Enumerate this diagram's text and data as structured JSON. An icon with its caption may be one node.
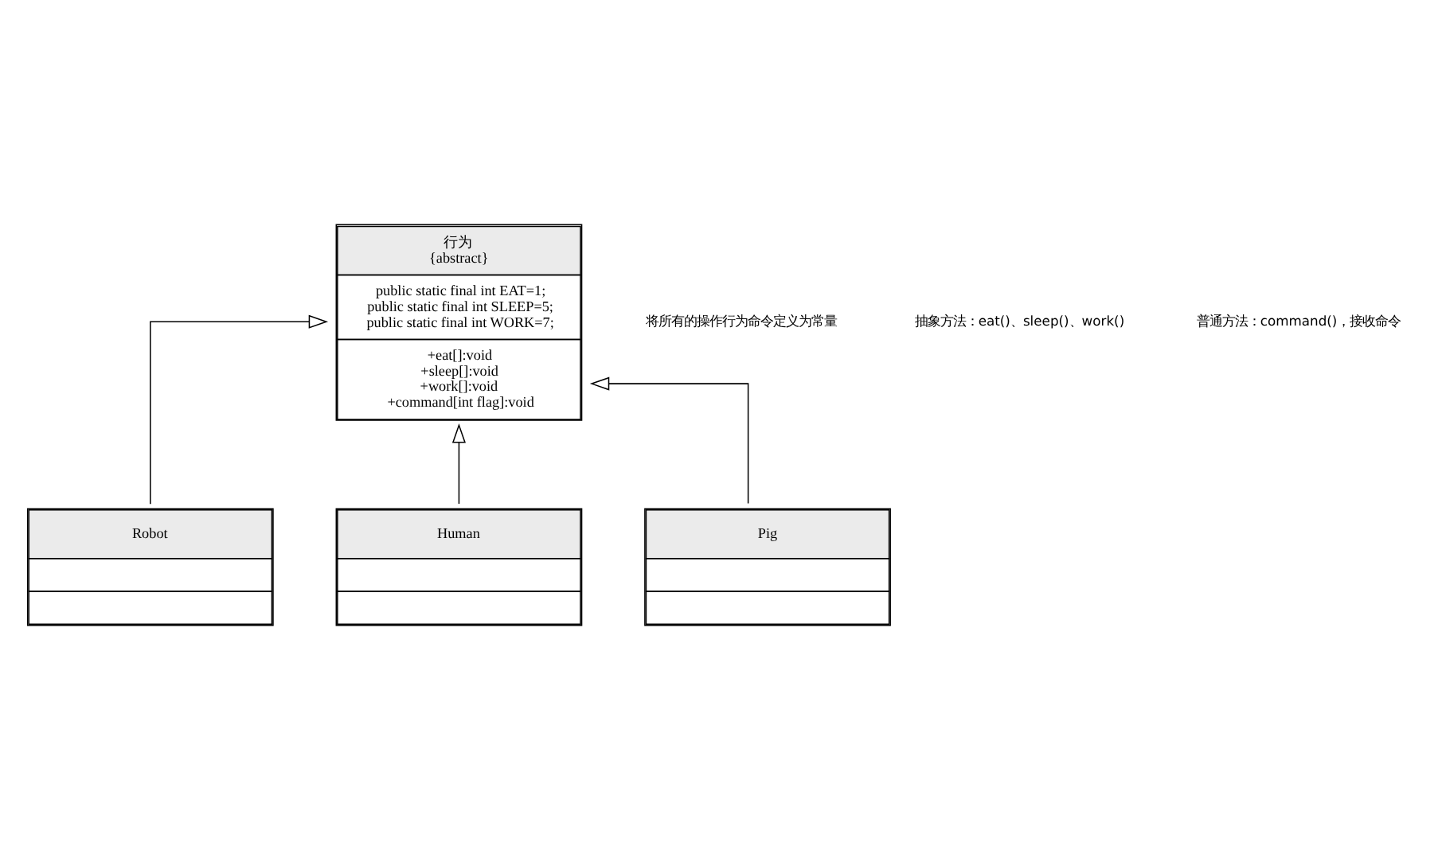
{
  "diagram": {
    "nodes": [
      {
        "text": [
          "行为",
          "{abstract}",
          "public static final int EAT=1;",
          "public static final int SLEEP=5;",
          "public static final int WORK=7;",
          "+eat[]:void",
          "+sleep[]:void",
          "+work[]:void",
          "+command[int flag]:void"
        ]
      },
      {
        "text": [
          "Robot"
        ]
      },
      {
        "text": [
          "Human"
        ]
      },
      {
        "text": [
          "Pig"
        ]
      }
    ],
    "edges": [
      {
        "from": 1,
        "to": 0,
        "arrow": "to"
      },
      {
        "from": 2,
        "to": 0,
        "arrow": "to"
      },
      {
        "from": 3,
        "to": 0,
        "arrow": "to"
      }
    ],
    "labels": [
      "将所有的操作行为命令定义为常量",
      "抽象方法：eat()、sleep()、work()",
      "普通方法：command()，接收命令"
    ]
  }
}
